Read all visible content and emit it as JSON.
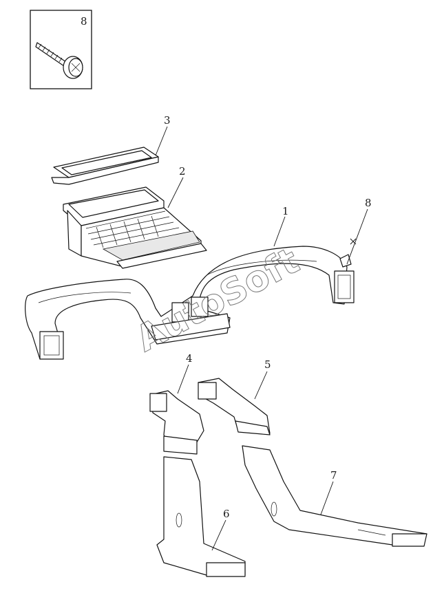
{
  "callouts": {
    "inset_label": "8",
    "c1": "1",
    "c2": "2",
    "c3": "3",
    "c4": "4",
    "c5": "5",
    "c6": "6",
    "c7": "7",
    "c8": "8"
  },
  "watermark": "AutoSoft",
  "colors": {
    "line": "#111111",
    "background": "#ffffff"
  }
}
